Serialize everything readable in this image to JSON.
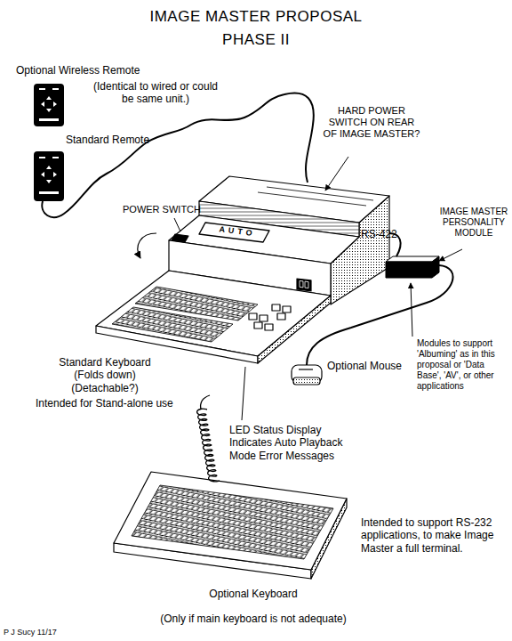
{
  "diagram": {
    "title": "IMAGE MASTER PROPOSAL PHASE II",
    "labels": [
      "Optional Wireless Remote",
      "(Identical to wired or could be same unit.)",
      "Standard Remote",
      "HARD POWER SWITCH ON REAR OF IMAGE MASTER?",
      "POWER SWITCH",
      "IMAGE MASTER PERSONALITY MODULE",
      "RS-422",
      "AUTO",
      "Modules to support 'Albuming' as in this proposal or 'Data Base', 'AV', or other applications",
      "Optional Mouse",
      "Standard Keyboard (Folds down) (Detachable?)",
      "Intended for Stand-alone use",
      "LED Status Display Indicates Auto Playback Mode Error Messages",
      "Intended to support RS-232 applications, to make Image Master a full terminal.",
      "Optional Keyboard",
      "(Only if main keyboard is not adequate)",
      "P J Sucy 11/17"
    ]
  }
}
